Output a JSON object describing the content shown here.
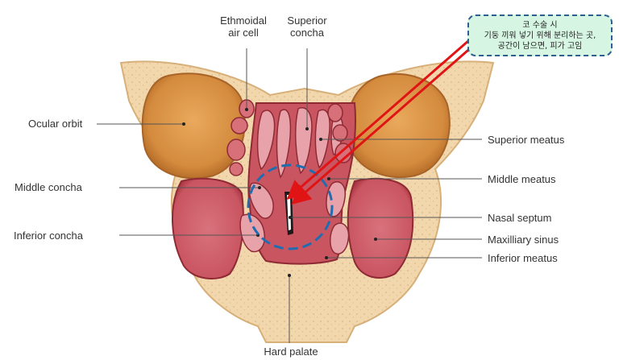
{
  "labels": {
    "ethmoidal": "Ethmoidal\nair cell",
    "superior_concha": "Superior\nconcha",
    "ocular_orbit": "Ocular orbit",
    "middle_concha": "Middle concha",
    "inferior_concha": "Inferior concha",
    "superior_meatus": "Superior meatus",
    "middle_meatus": "Middle meatus",
    "nasal_septum": "Nasal septum",
    "maxillary_sinus": "Maxilliary sinus",
    "inferior_meatus": "Inferior meatus",
    "hard_palate": "Hard palate"
  },
  "annotation": {
    "line1": "코 수술 시",
    "line2": "기둥 끼워 넣기 위해 분리하는 곳,",
    "line3": "공간이 남으면, 피가 고임"
  },
  "colors": {
    "bone": "#f2d7ad",
    "bone_dark": "#d9b483",
    "mucosa": "#c95561",
    "mucosa_dark": "#a8333f",
    "orbit": "#d48b3e",
    "arrow": "#e01414",
    "circle": "#1f6db0"
  }
}
